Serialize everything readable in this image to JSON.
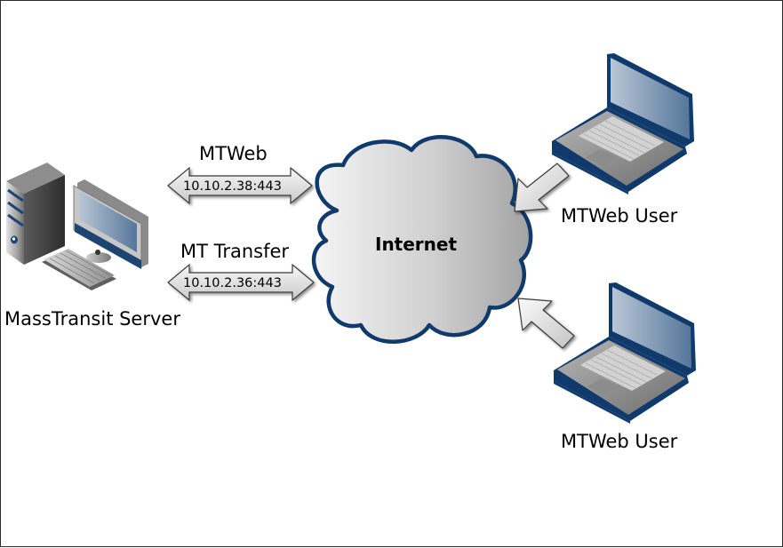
{
  "diagram": {
    "title": "MassTransit network topology",
    "nodes": {
      "server": {
        "label": "MassTransit Server",
        "icon": "desktop-server-icon"
      },
      "internet": {
        "label": "Internet",
        "icon": "cloud-icon"
      },
      "user_top": {
        "label": "MTWeb User",
        "icon": "laptop-icon"
      },
      "user_bottom": {
        "label": "MTWeb User",
        "icon": "laptop-icon"
      }
    },
    "connections": [
      {
        "name": "MTWeb",
        "address": "10.10.2.38:443",
        "from": "MassTransit Server",
        "to": "Internet",
        "direction": "bidirectional"
      },
      {
        "name": "MT Transfer",
        "address": "10.10.2.36:443",
        "from": "MassTransit Server",
        "to": "Internet",
        "direction": "bidirectional"
      },
      {
        "from": "MTWeb User",
        "to": "Internet",
        "direction": "to-internet"
      },
      {
        "from": "MTWeb User",
        "to": "Internet",
        "direction": "to-internet"
      }
    ],
    "colors": {
      "outline_blue": "#0f3a6b",
      "screen_blue_light": "#a9b9cc",
      "screen_blue_dark": "#5c7a9c",
      "arrow_fill": "#e2e2e2",
      "cloud_fill_light": "#f2f2f2",
      "cloud_fill_dark": "#a8a8a8"
    }
  }
}
